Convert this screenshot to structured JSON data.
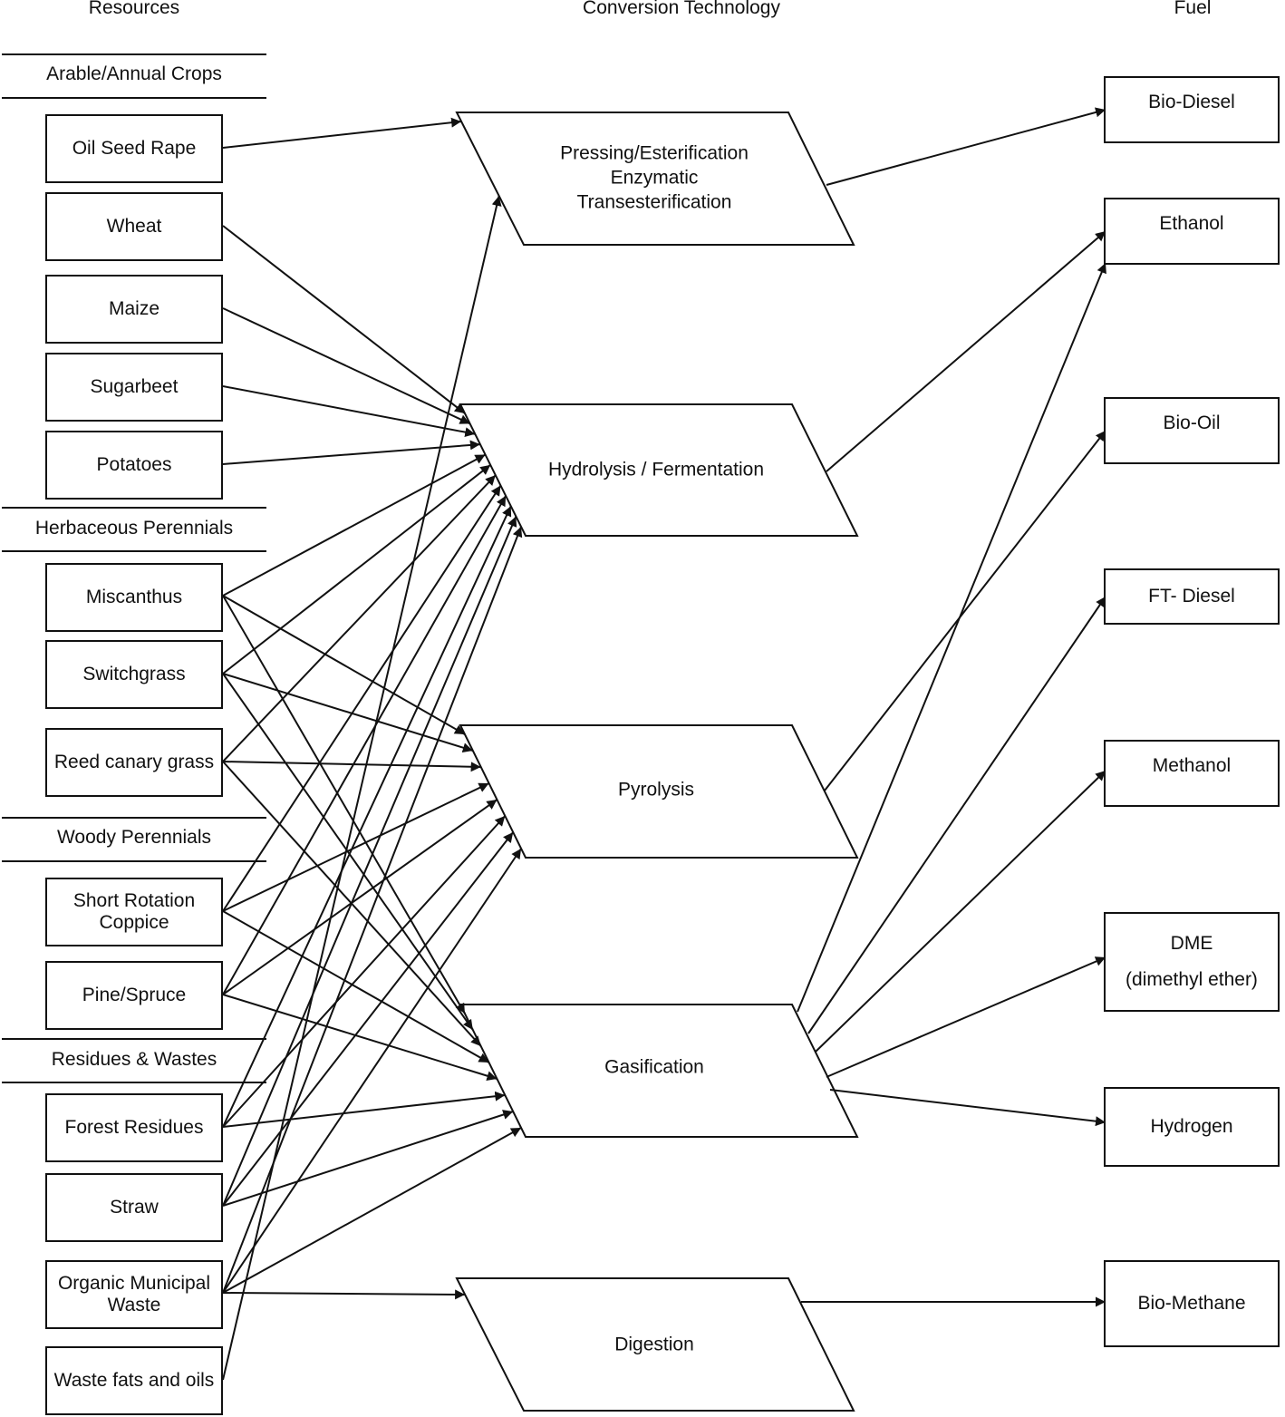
{
  "headers": {
    "resources": "Resources",
    "conversion": "Conversion Technology",
    "fuel": "Fuel"
  },
  "groups": {
    "arable": "Arable/Annual Crops",
    "herbaceous": "Herbaceous Perennials",
    "woody": "Woody Perennials",
    "residues": "Residues & Wastes"
  },
  "resources": {
    "oilseed": "Oil Seed Rape",
    "wheat": "Wheat",
    "maize": "Maize",
    "sugarbeet": "Sugarbeet",
    "potatoes": "Potatoes",
    "miscanthus": "Miscanthus",
    "switchgrass": "Switchgrass",
    "reed": "Reed canary grass",
    "src_line1": "Short Rotation",
    "src_line2": "Coppice",
    "pine": "Pine/Spruce",
    "forest": "Forest Residues",
    "straw": "Straw",
    "omw_line1": "Organic Municipal",
    "omw_line2": "Waste",
    "waste": "Waste fats and oils"
  },
  "technologies": {
    "press_line1": "Pressing/Esterification",
    "press_line2": "Enzymatic",
    "press_line3": "Transesterification",
    "hydro": "Hydrolysis / Fermentation",
    "pyro": "Pyrolysis",
    "gas": "Gasification",
    "dig": "Digestion"
  },
  "fuels": {
    "biodiesel": "Bio-Diesel",
    "ethanol": "Ethanol",
    "biooil": "Bio-Oil",
    "ftdiesel": "FT- Diesel",
    "methanol": "Methanol",
    "dme_line1": "DME",
    "dme_line2": "(dimethyl ether)",
    "hydrogen": "Hydrogen",
    "biomethane": "Bio-Methane"
  },
  "links": [
    [
      "oilseed",
      "press"
    ],
    [
      "wheat",
      "hydro"
    ],
    [
      "maize",
      "hydro"
    ],
    [
      "sugarbeet",
      "hydro"
    ],
    [
      "potatoes",
      "hydro"
    ],
    [
      "miscanthus",
      "hydro"
    ],
    [
      "miscanthus",
      "pyro"
    ],
    [
      "miscanthus",
      "gas"
    ],
    [
      "switchgrass",
      "hydro"
    ],
    [
      "switchgrass",
      "pyro"
    ],
    [
      "switchgrass",
      "gas"
    ],
    [
      "reed",
      "hydro"
    ],
    [
      "reed",
      "pyro"
    ],
    [
      "reed",
      "gas"
    ],
    [
      "src",
      "hydro"
    ],
    [
      "src",
      "pyro"
    ],
    [
      "src",
      "gas"
    ],
    [
      "pine",
      "hydro"
    ],
    [
      "pine",
      "pyro"
    ],
    [
      "pine",
      "gas"
    ],
    [
      "forest",
      "hydro"
    ],
    [
      "forest",
      "pyro"
    ],
    [
      "forest",
      "gas"
    ],
    [
      "straw",
      "hydro"
    ],
    [
      "straw",
      "pyro"
    ],
    [
      "straw",
      "gas"
    ],
    [
      "omw",
      "hydro"
    ],
    [
      "omw",
      "pyro"
    ],
    [
      "omw",
      "gas"
    ],
    [
      "omw",
      "dig"
    ],
    [
      "waste",
      "press"
    ],
    [
      "press",
      "biodiesel"
    ],
    [
      "hydro",
      "ethanol"
    ],
    [
      "pyro",
      "biooil"
    ],
    [
      "gas",
      "ethanol"
    ],
    [
      "gas",
      "ftdiesel"
    ],
    [
      "gas",
      "methanol"
    ],
    [
      "gas",
      "dme"
    ],
    [
      "gas",
      "hydrogen"
    ],
    [
      "dig",
      "biomethane"
    ]
  ]
}
